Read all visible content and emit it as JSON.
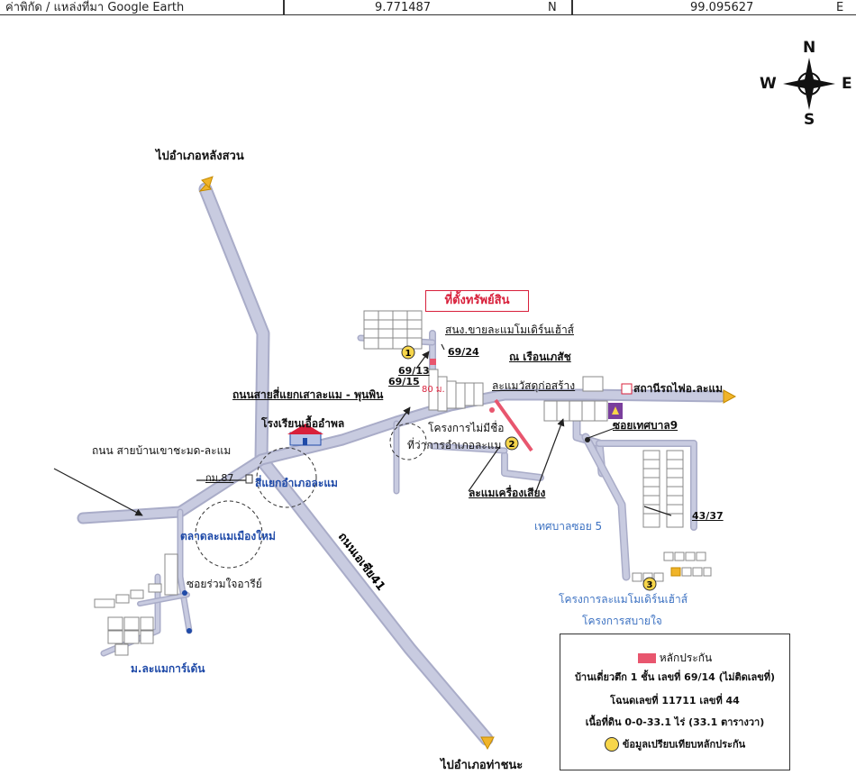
{
  "header": {
    "coord_label": "ค่าพิกัด / แหล่งที่มา Google Earth",
    "latitude": "9.771487",
    "lat_dir": "N",
    "longitude": "99.095627",
    "lon_dir": "E"
  },
  "compass": {
    "n": "N",
    "s": "S",
    "e": "E",
    "w": "W"
  },
  "colors": {
    "road": "#c8cbe0",
    "road_edge": "#a9acc8",
    "arrow": "#f0b429",
    "collateral": "#e8566e",
    "marker": "#f7d64a",
    "text_blue": "#1f4aa8"
  },
  "labels": {
    "to_lang_suan": "ไปอำเภอหลังสวน",
    "to_tha_chana": "ไปอำเภอท่าชนะ",
    "property_location": "ที่ตั้งทรัพย์สิน",
    "branch": "สนง.ขายละแมโมเดิร์นเฮ้าส์",
    "house_69_24": "69/24",
    "house_69_13": "69/13",
    "house_69_15": "69/15",
    "distance": "80 ม.",
    "ruean_phesat": "ณ เรือนเภสัช",
    "lamae_construction": "ละแมวัสดุก่อสร้าง",
    "station_road": "สถานีรถไฟอ.ละแม",
    "road_four_way": "ถนนสายสี่แยกเสาละแม - พุนพิน",
    "school": "โรงเรียนเอื้ออำพล",
    "project_unnamed": "โครงการไม่มีชื่อ",
    "district_office": "ที่ว่าการอำเภอละแม",
    "soi_thetsaban9": "ซอยเทศบาล9",
    "road_khao_chamot": "ถนน สายบ้านเขาชะมด-ละแม",
    "km87": "กม.87",
    "intersection": "สี่แยกอำเภอละแม",
    "lamae_audio": "ละแมเครื่องเสียง",
    "thetsaban_soi5": "เทศบาลซอย 5",
    "house_43_37": "43/37",
    "asia_road": "ถนนเอเซีย41",
    "new_market": "ตลาดละแมเมืองใหม่",
    "soi_ruam_jai": "ซอยร่วมใจอารีย์",
    "lamae_garden": "ม.ละแมการ์เด้น",
    "project_modern_house": "โครงการละแมโมเดิร์นเฮ้าส์",
    "project_sabai_jai": "โครงการสบายใจ",
    "marker1": "1",
    "marker2": "2",
    "marker3": "3"
  },
  "legend": {
    "collateral": "หลักประกัน",
    "line1": "บ้านเดี่ยวตึก 1 ชั้น เลขที่ 69/14 (ไม่ติดเลขที่)",
    "line2": "โฉนดเลขที่ 11711 เลขที่ 44",
    "line3": "เนื้อที่ดิน 0-0-33.1 ไร่ (33.1 ตารางวา)",
    "comparison": "ข้อมูลเปรียบเทียบหลักประกัน"
  }
}
